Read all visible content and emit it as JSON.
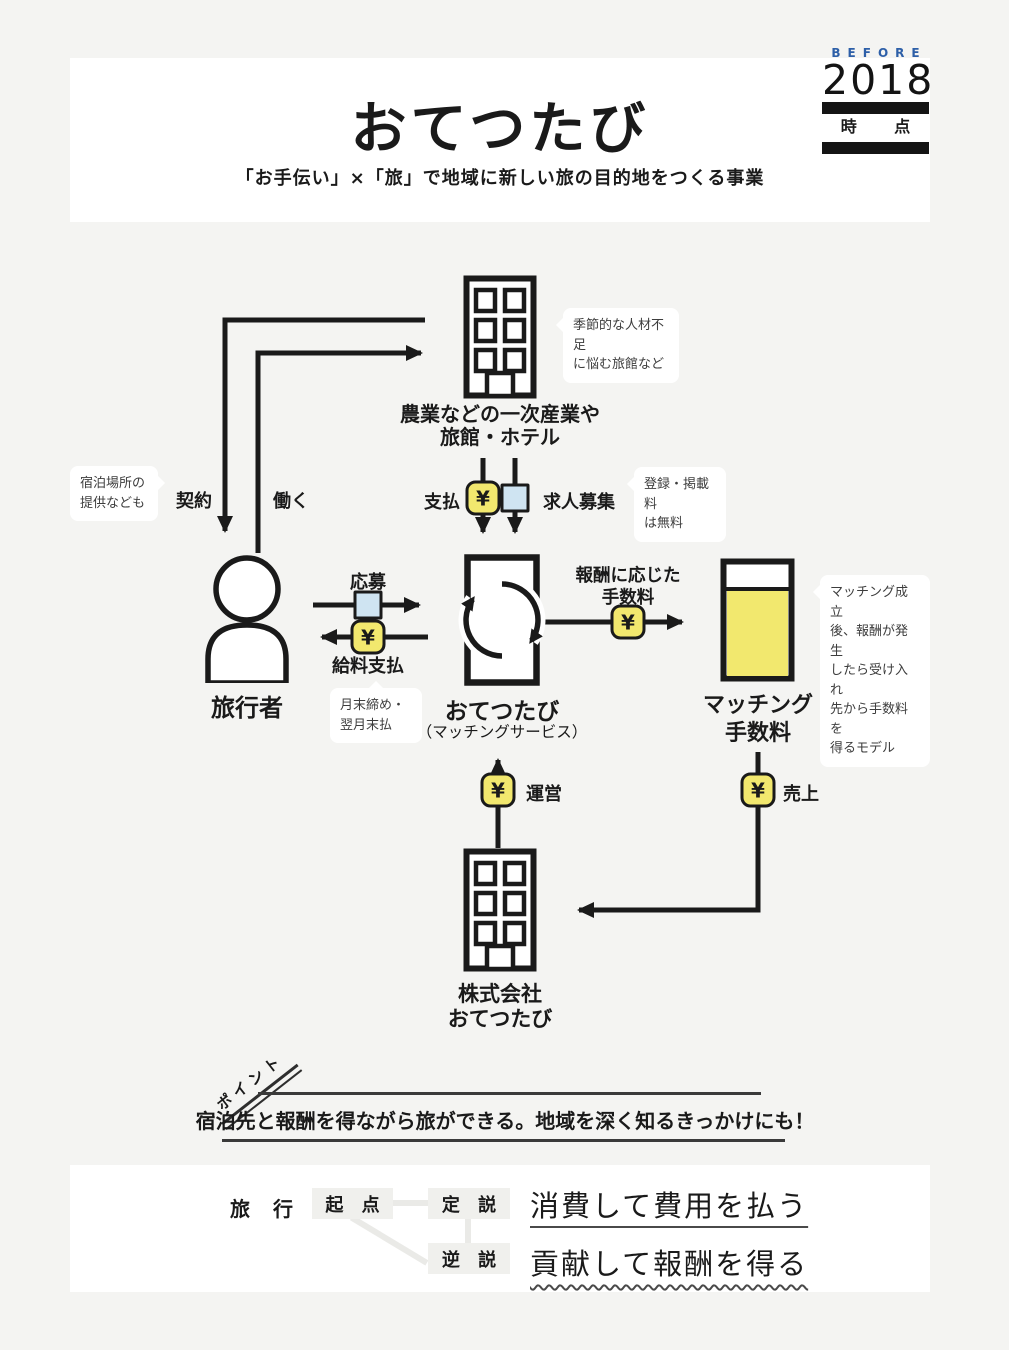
{
  "badge": {
    "before": "BEFORE",
    "year": "2018",
    "period": "時 点"
  },
  "header": {
    "title": "おてつたび",
    "subtitle": "「お手伝い」×「旅」で地域に新しい旅の目的地をつくる事業"
  },
  "icons": {
    "yen": "¥"
  },
  "nodes": {
    "industry": {
      "line1": "農業などの一次産業や",
      "line2": "旅館・ホテル"
    },
    "traveler": {
      "label": "旅行者"
    },
    "otetsutabi": {
      "label": "おてつたび",
      "sublabel": "（マッチングサービス）"
    },
    "fee": {
      "line1": "マッチング",
      "line2": "手数料"
    },
    "company": {
      "line1": "株式会社",
      "line2": "おてつたび"
    }
  },
  "edges": {
    "contract": "契約",
    "work": "働く",
    "pay": "支払",
    "recruit": "求人募集",
    "apply": "応募",
    "salary": "給料支払",
    "fee_line1": "報酬に応じた",
    "fee_line2": "手数料",
    "operate": "運営",
    "sales": "売上"
  },
  "callouts": {
    "inn": "季節的な人材不足\nに悩む旅館など",
    "lodging": "宿泊場所の\n提供なども",
    "registration": "登録・掲載料\nは無料",
    "month_end": "月末締め・\n翌月末払",
    "model": "マッチング成立\n後、報酬が発生\nしたら受け入れ\n先から手数料を\n得るモデル"
  },
  "point": {
    "label": "ポイント",
    "text": "宿泊先と報酬を得ながら旅ができる。地域を深く知るきっかけにも！"
  },
  "bottom": {
    "topic": "旅 行",
    "origin": "起 点",
    "thesis_label": "定 説",
    "thesis_text": "消費して費用を払う",
    "antithesis_label": "逆 説",
    "antithesis_text": "貢献して報酬を得る"
  },
  "colors": {
    "accent_yellow": "#f2e86e",
    "badge_blue": "#cfe4f2",
    "before_blue": "#2d5fa8",
    "line_black": "#1a1a1a"
  }
}
